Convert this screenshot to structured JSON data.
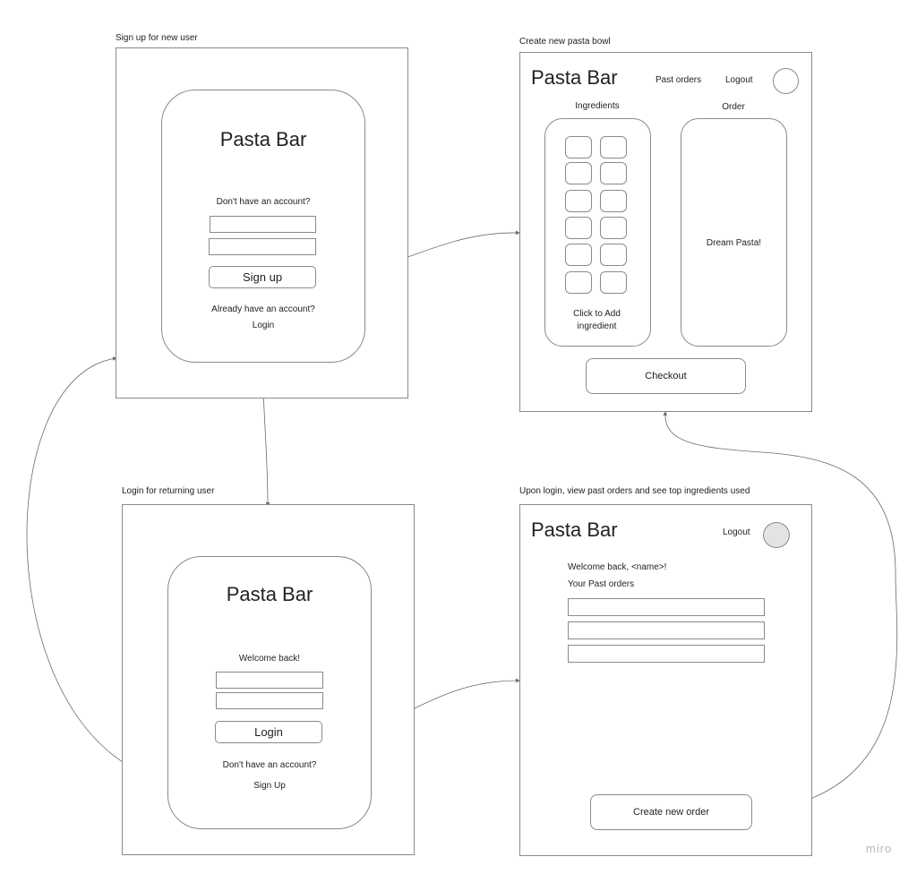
{
  "brand": "Pasta Bar",
  "signup": {
    "caption": "Sign up for new user",
    "prompt": "Don't have an account?",
    "button": "Sign up",
    "already": "Already have an account?",
    "login_link": "Login"
  },
  "create": {
    "caption": "Create new pasta bowl",
    "nav_past_orders": "Past orders",
    "nav_logout": "Logout",
    "ingredients_label": "Ingredients",
    "order_label": "Order",
    "click_to_add": "Click to Add ingredient",
    "order_text": "Dream Pasta!",
    "checkout": "Checkout"
  },
  "login": {
    "caption": "Login for returning user",
    "welcome": "Welcome back!",
    "button": "Login",
    "no_account": "Don't have an account?",
    "signup_link": "Sign Up"
  },
  "past": {
    "caption": "Upon login, view past orders and see top ingredients used",
    "nav_logout": "Logout",
    "welcome": "Welcome back, <name>!",
    "your_orders": "Your Past orders",
    "create_order": "Create new order"
  },
  "watermark": "miro",
  "colors": {
    "line": "#8a8a8a",
    "avatar_fill": "#e3e3e3",
    "watermark": "#b9b9b9"
  }
}
